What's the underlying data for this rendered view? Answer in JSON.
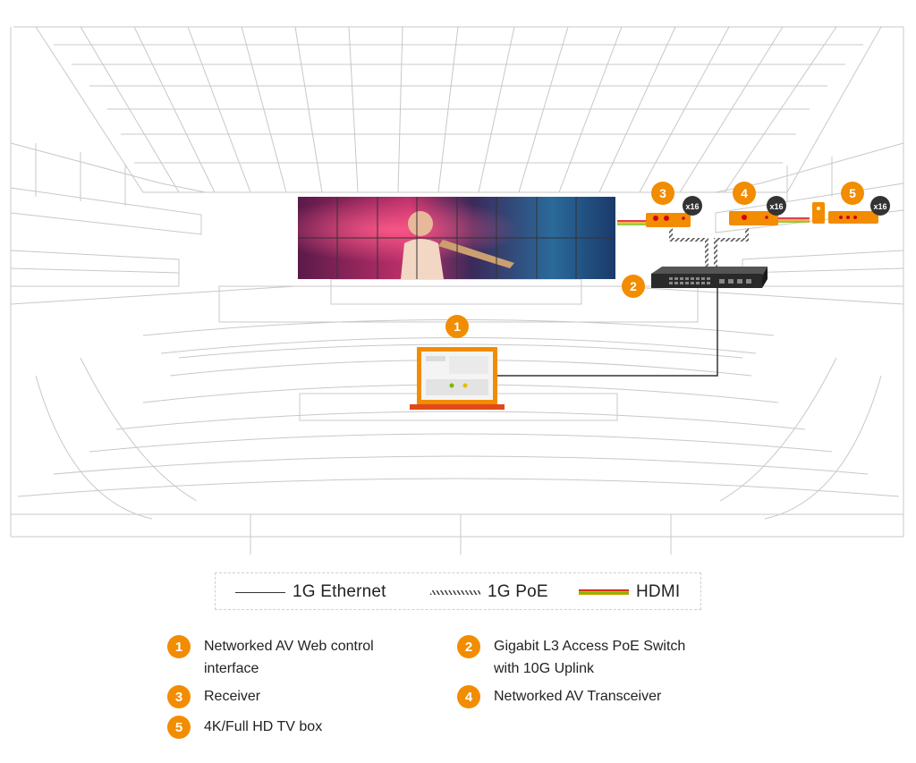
{
  "callouts": [
    {
      "num": "1",
      "label": "Networked AV Web control interface"
    },
    {
      "num": "2",
      "label": "Gigabit L3 Access PoE Switch with 10G Uplink"
    },
    {
      "num": "3",
      "label": "Receiver"
    },
    {
      "num": "4",
      "label": "Networked AV Transceiver"
    },
    {
      "num": "5",
      "label": "4K/Full HD TV box"
    }
  ],
  "multipliers": {
    "receiver": "x16",
    "transceiver": "x16",
    "tvbox": "x16"
  },
  "legend": {
    "ethernet": "1G Ethernet",
    "poe": "1G PoE",
    "hdmi": "HDMI"
  },
  "colors": {
    "accent": "#f28c00",
    "line_art": "#c4c4c4",
    "ethernet": "#333333",
    "hdmi": [
      "#d0021b",
      "#f39c12",
      "#7ab800"
    ]
  },
  "icons": [
    "laptop-icon",
    "poe-switch-icon",
    "receiver-device-icon",
    "transceiver-device-icon",
    "tv-box-icon",
    "video-wall"
  ]
}
